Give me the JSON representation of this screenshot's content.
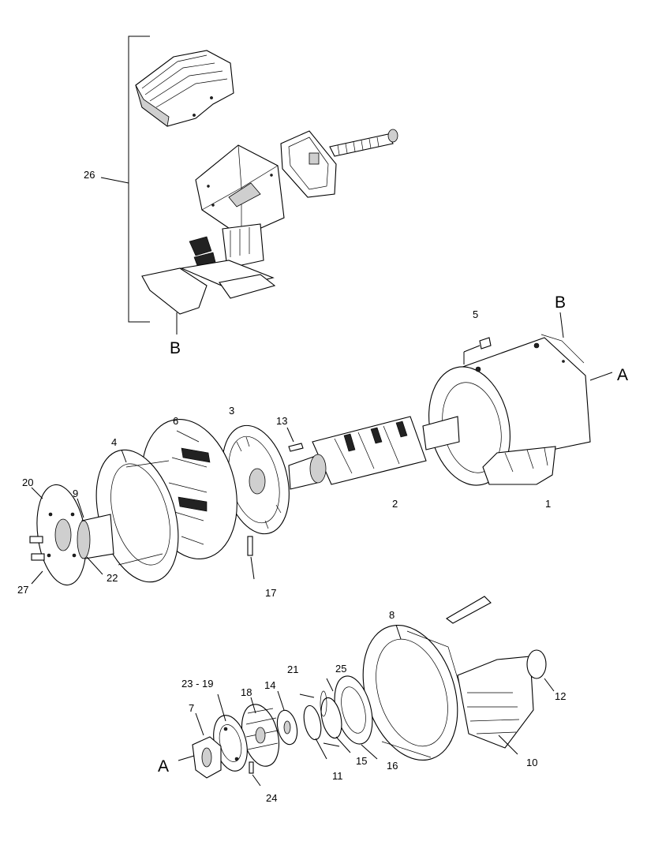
{
  "colors": {
    "ink": "#000000",
    "paper": "#ffffff",
    "shade": "#cfcfcf",
    "dark": "#222222"
  },
  "callouts": {
    "n1": "1",
    "n2": "2",
    "n3": "3",
    "n4": "4",
    "n5": "5",
    "n6": "6",
    "n7": "7",
    "n8": "8",
    "n9": "9",
    "n10": "10",
    "n11": "11",
    "n12": "12",
    "n13": "13",
    "n14": "14",
    "n15": "15",
    "n16": "16",
    "n17": "17",
    "n18": "18",
    "n20": "20",
    "n21": "21",
    "n22": "22",
    "n23_19": "23 - 19",
    "n24": "24",
    "n25": "25",
    "n26": "26",
    "n27": "27"
  },
  "refs": {
    "a": "A",
    "b": "B"
  }
}
